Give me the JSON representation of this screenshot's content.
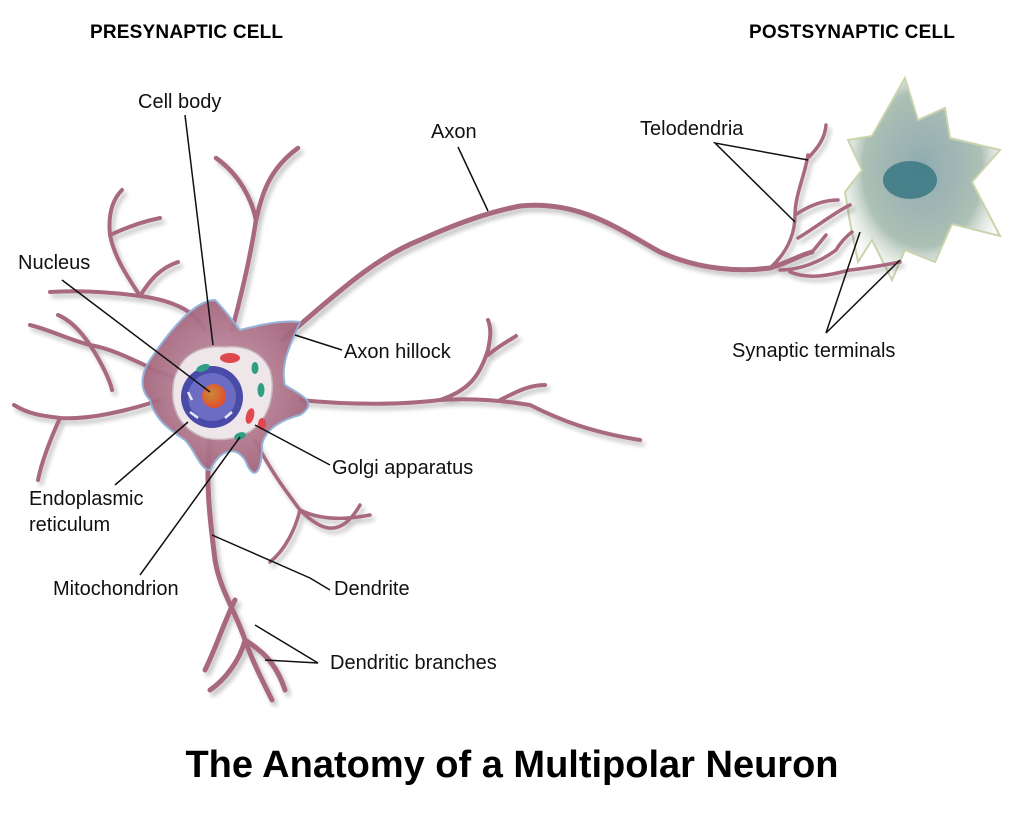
{
  "headers": {
    "presynaptic": "PRESYNAPTIC CELL",
    "postsynaptic": "POSTSYNAPTIC CELL"
  },
  "labels": {
    "cell_body": "Cell body",
    "axon": "Axon",
    "telodendria": "Telodendria",
    "nucleus": "Nucleus",
    "axon_hillock": "Axon hillock",
    "synaptic_terminals": "Synaptic terminals",
    "golgi": "Golgi apparatus",
    "er_line1": "Endoplasmic",
    "er_line2": "reticulum",
    "mitochondrion": "Mitochondrion",
    "dendrite": "Dendrite",
    "dendritic_branches": "Dendritic branches"
  },
  "title": "The Anatomy of a Multipolar Neuron",
  "colors": {
    "neuron_membrane": "#a8687f",
    "neuron_highlight": "#8fb0d8",
    "cell_body_fill": "#b98a9c",
    "cytoplasm": "#efe6ea",
    "nucleus_envelope": "#4a4aa8",
    "nucleolus": "#e0632a",
    "mitochondria": "#2f9e82",
    "golgi": "#e0484f",
    "postsynaptic_cell": "#9fb5b0",
    "postsynaptic_nucleus": "#3f7b86",
    "leader_line": "#111111"
  }
}
